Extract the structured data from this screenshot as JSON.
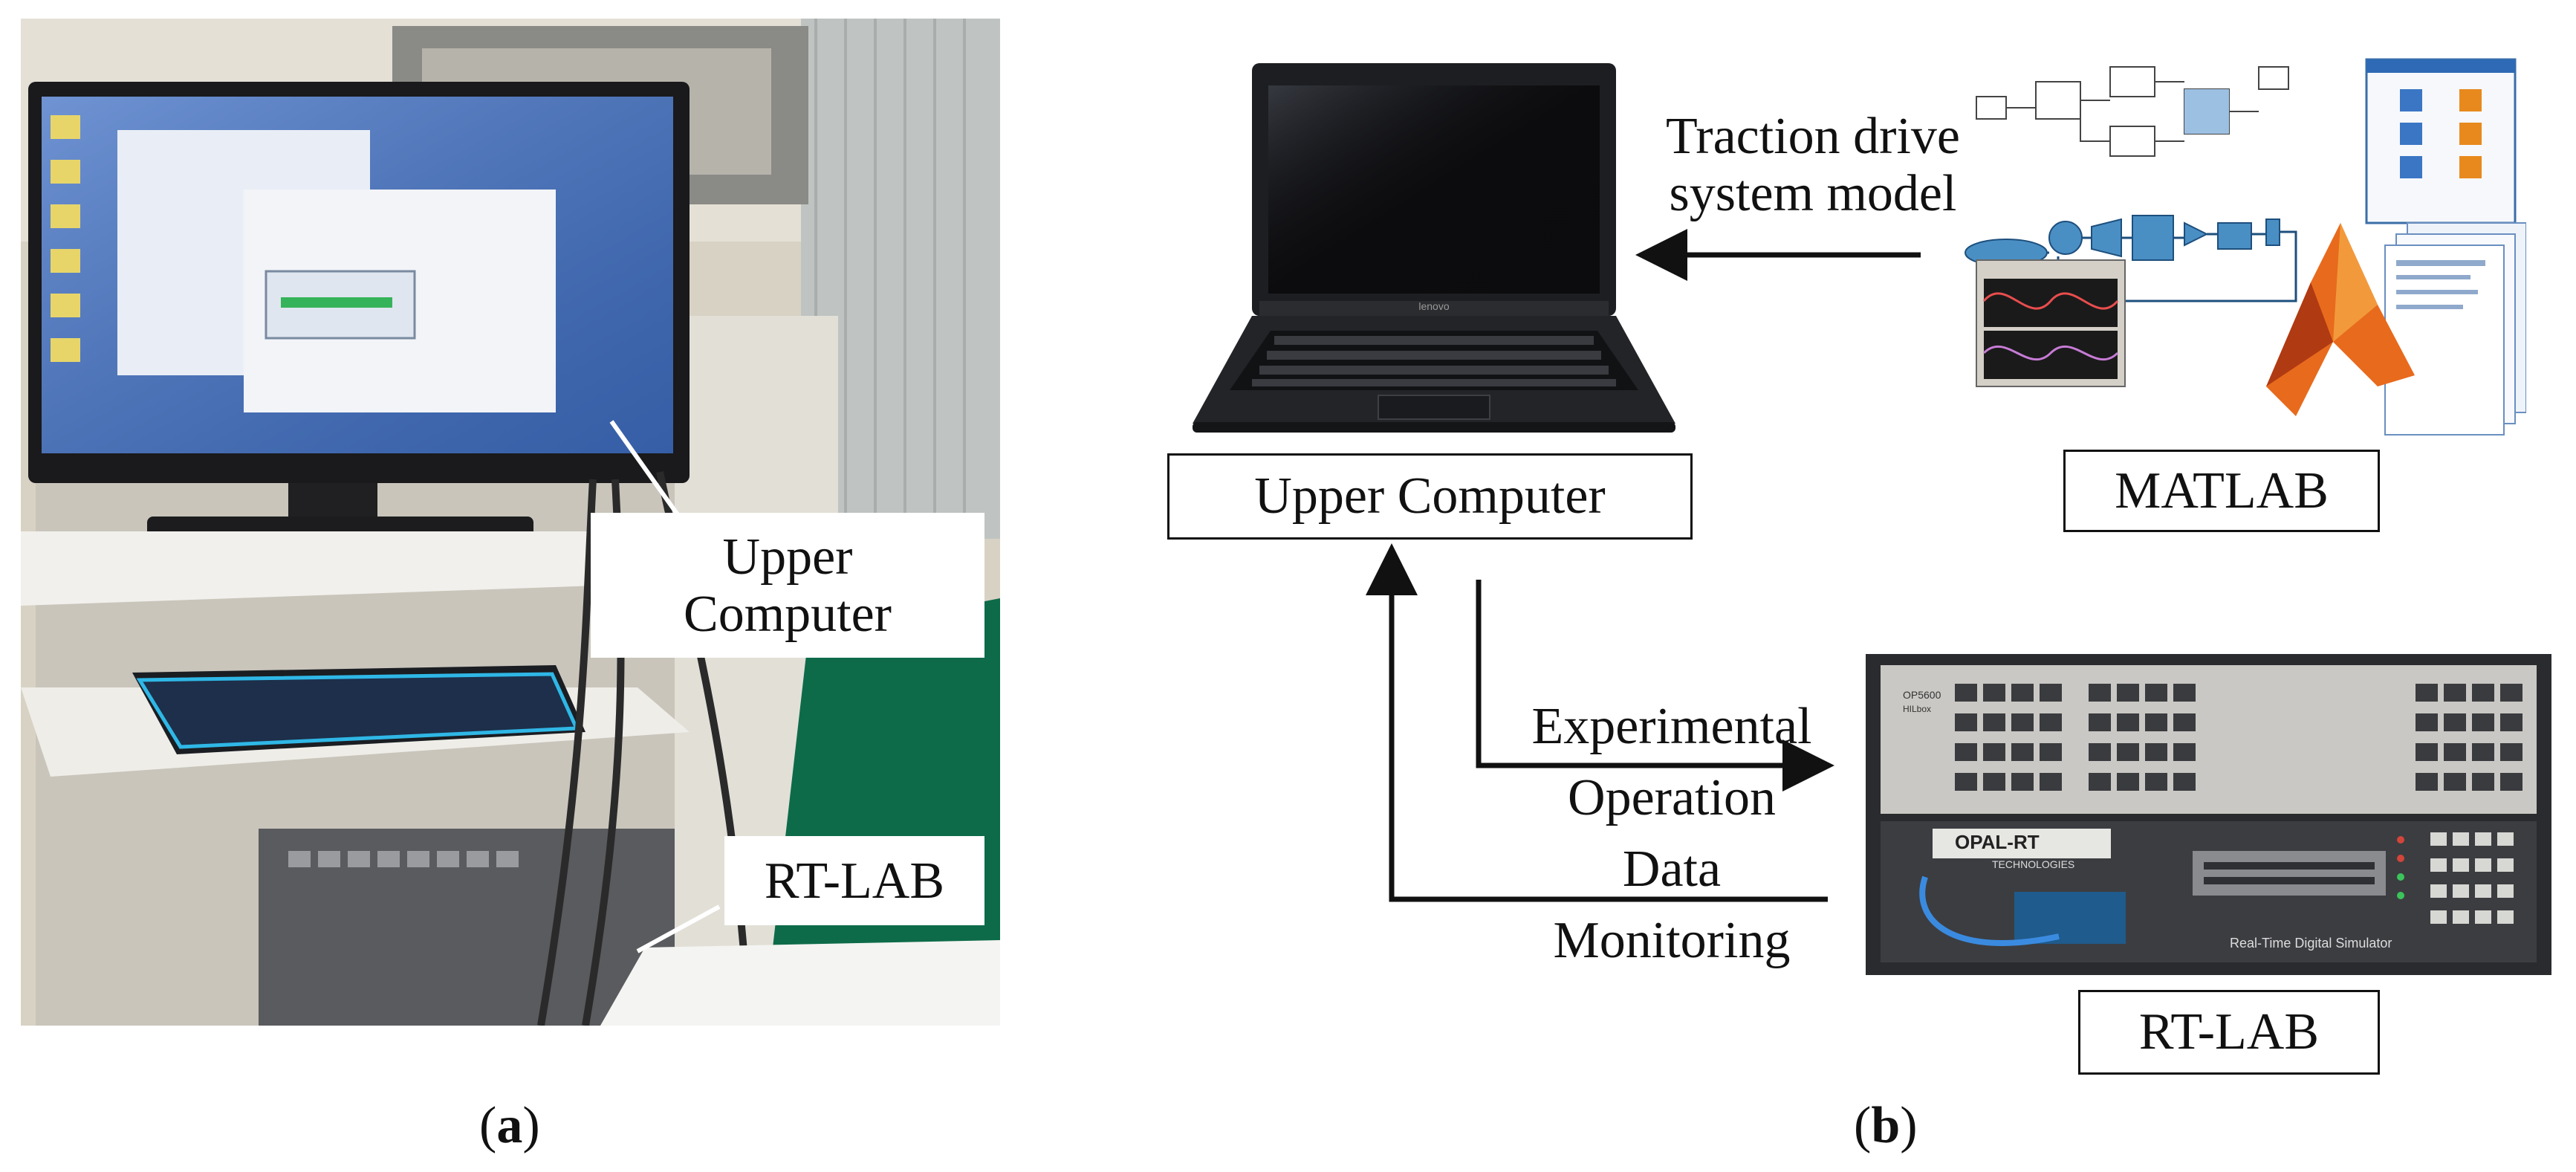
{
  "panel_a": {
    "tag_open": "(",
    "tag_letter": "a",
    "tag_close": ")",
    "upper_label_line1": "Upper",
    "upper_label_line2": "Computer",
    "rtlab_label": "RT-LAB"
  },
  "panel_b": {
    "tag_open": "(",
    "tag_letter": "b",
    "tag_close": ")",
    "upper_computer_label": "Upper Computer",
    "matlab_label": "MATLAB",
    "rtlab_label": "RT-LAB",
    "model_text_line1": "Traction drive",
    "model_text_line2": "system model",
    "flow_text_line1": "Experimental",
    "flow_text_line2": "Operation",
    "flow_text_line3": "Data",
    "flow_text_line4": "Monitoring",
    "laptop_brand": "lenovo",
    "opal_logo": "OPAL-RT",
    "opal_sub": "TECHNOLOGIES",
    "simulator_caption": "Real-Time Digital Simulator",
    "chassis_model": "OP5600",
    "chassis_sub": "HILbox"
  },
  "colors": {
    "arrow": "#111111",
    "matlab_orange": "#e86a1c",
    "simulink_blue": "#4a8fc4",
    "rack": "#d9d6cf",
    "photo_bg": "#cfc7b8"
  }
}
